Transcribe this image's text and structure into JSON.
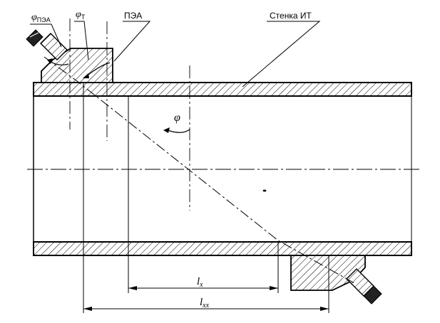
{
  "labels": {
    "phi_pea": {
      "main": "φ",
      "sub": "ПЭА"
    },
    "phi_t": {
      "main": "φ",
      "sub": "Т"
    },
    "pea": "ПЭА",
    "wall": "Стенка ИТ",
    "phi": "φ",
    "lx": {
      "main": "l",
      "sub": "x"
    },
    "lxx": {
      "main": "l",
      "sub": "xx"
    }
  }
}
